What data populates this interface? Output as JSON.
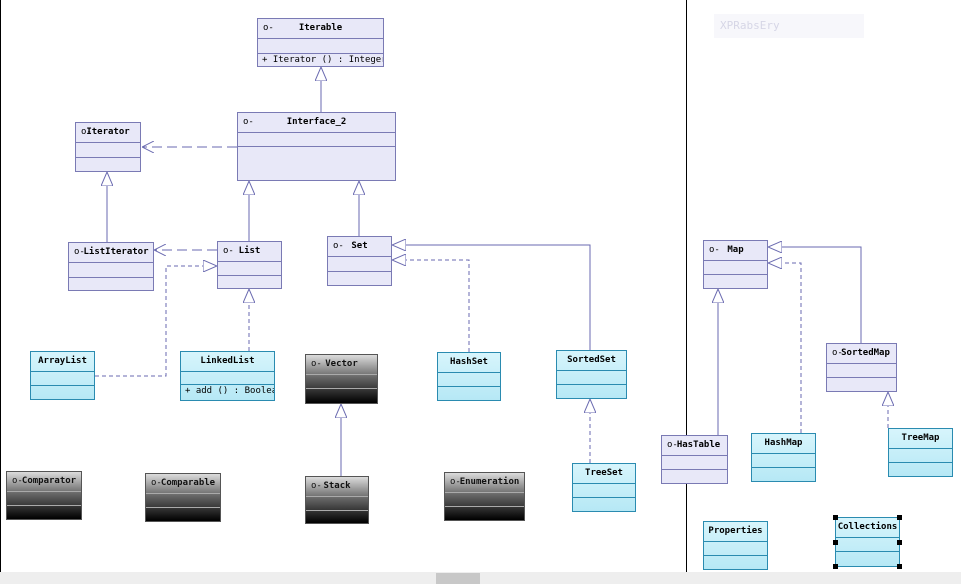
{
  "canvas": {
    "faint_label": "XPRabsEry"
  },
  "icon_glyph": "o-",
  "classes": {
    "iterable": {
      "name": "Iterable",
      "ops": [
        "+ Iterator ()  : Integer"
      ]
    },
    "interface2": {
      "name": "Interface_2"
    },
    "iterator": {
      "name": "Iterator"
    },
    "listiterator": {
      "name": "ListIterator"
    },
    "list": {
      "name": "List"
    },
    "set": {
      "name": "Set"
    },
    "arraylist": {
      "name": "ArrayList"
    },
    "linkedlist": {
      "name": "LinkedList",
      "ops": [
        "+ add ()  : Boolea"
      ]
    },
    "vector": {
      "name": "Vector"
    },
    "stack": {
      "name": "Stack"
    },
    "hashset": {
      "name": "HashSet"
    },
    "sortedset": {
      "name": "SortedSet"
    },
    "treeset": {
      "name": "TreeSet"
    },
    "comparator": {
      "name": "Comparator"
    },
    "comparable": {
      "name": "Comparable"
    },
    "enumeration": {
      "name": "Enumeration"
    },
    "map": {
      "name": "Map"
    },
    "sortedmap": {
      "name": "SortedMap"
    },
    "hastable": {
      "name": "HasTable"
    },
    "hashmap": {
      "name": "HashMap"
    },
    "treemap": {
      "name": "TreeMap"
    },
    "properties": {
      "name": "Properties"
    },
    "collections": {
      "name": "Collections"
    }
  }
}
